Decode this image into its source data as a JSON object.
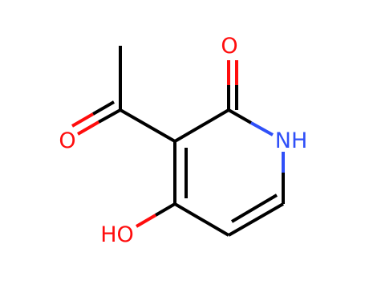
{
  "molecule": {
    "atoms": [
      {
        "id": "carbonyl-oxygen-acetyl",
        "symbol": "O",
        "color": "#ff0d0d"
      },
      {
        "id": "ring-oxygen-keto",
        "symbol": "O",
        "color": "#ff0d0d"
      },
      {
        "id": "ring-nitrogen",
        "symbol": "NH",
        "color": "#3050f8"
      },
      {
        "id": "hydroxyl-oxygen",
        "symbol": "HO",
        "color": "#ff0d0d"
      }
    ],
    "colors": {
      "bond": "#000000",
      "oxygen": "#ff0d0d",
      "nitrogen": "#3050f8"
    }
  }
}
